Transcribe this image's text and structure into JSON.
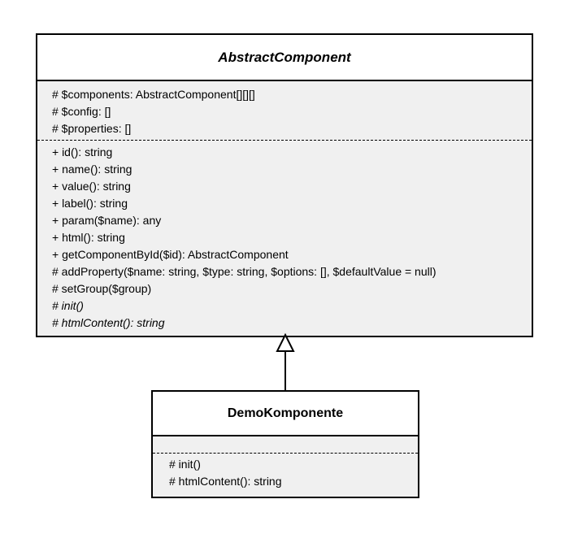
{
  "diagram": {
    "type": "uml-class-diagram",
    "background_color": "#ffffff",
    "line_color": "#000000",
    "compartment_fill": "#f0f0f0",
    "title_fill": "#ffffff",
    "classes": [
      {
        "id": "abstract-component",
        "name": "AbstractComponent",
        "is_abstract": true,
        "attributes": [
          "# $components: AbstractComponent[][][]",
          "# $config: []",
          "# $properties: []"
        ],
        "operations": [
          {
            "text": "+ id(): string",
            "abstract": false
          },
          {
            "text": "+ name(): string",
            "abstract": false
          },
          {
            "text": "+ value(): string",
            "abstract": false
          },
          {
            "text": "+ label(): string",
            "abstract": false
          },
          {
            "text": "+ param($name): any",
            "abstract": false
          },
          {
            "text": "+ html(): string",
            "abstract": false
          },
          {
            "text": "+ getComponentById($id): AbstractComponent",
            "abstract": false
          },
          {
            "text": "# addProperty($name: string, $type: string, $options: [], $defaultValue = null)",
            "abstract": false
          },
          {
            "text": "# setGroup($group)",
            "abstract": false
          },
          {
            "text": "# init()",
            "abstract": true
          },
          {
            "text": "# htmlContent(): string",
            "abstract": true
          }
        ]
      },
      {
        "id": "demo-komponente",
        "name": "DemoKomponente",
        "is_abstract": false,
        "attributes": [],
        "operations": [
          {
            "text": "# init()",
            "abstract": false
          },
          {
            "text": "# htmlContent(): string",
            "abstract": false
          }
        ]
      }
    ],
    "relationships": [
      {
        "kind": "generalization",
        "from": "demo-komponente",
        "to": "abstract-component",
        "arrow": "hollow-triangle",
        "line_style": "solid"
      }
    ]
  }
}
